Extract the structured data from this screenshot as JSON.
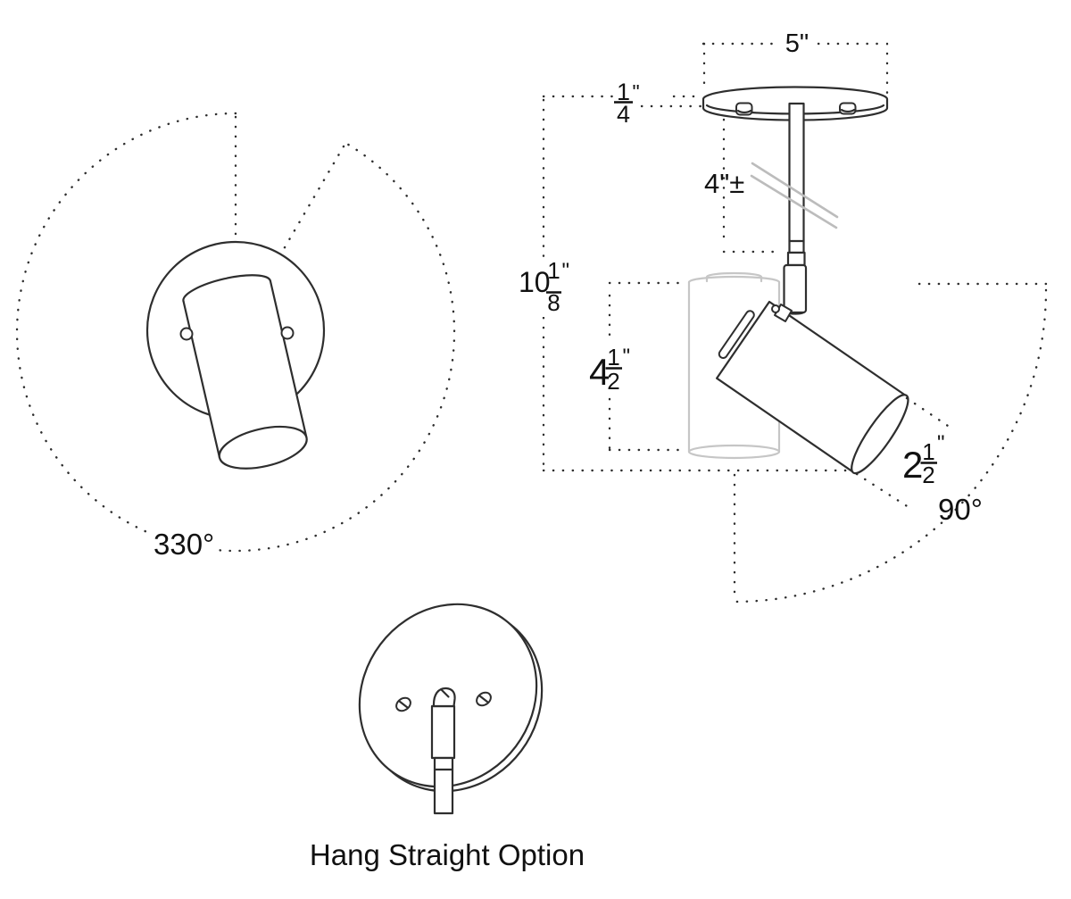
{
  "colors": {
    "ink": "#2e2e2e",
    "text": "#111111",
    "ghost": "#c6c6c6",
    "break_line": "#bcbcbc",
    "paper": "#ffffff"
  },
  "top_view": {
    "rotation_range": "330°"
  },
  "side_view": {
    "canopy_diameter": "5\"",
    "canopy_thickness": {
      "num": "1",
      "den": "4",
      "unit": "\""
    },
    "stem_length": "4\"±",
    "overall_height": {
      "whole": "10",
      "num": "1",
      "den": "8",
      "unit": "\""
    },
    "lamp_height": {
      "whole": "4",
      "num": "1",
      "den": "2",
      "unit": "\""
    },
    "lamp_diameter": {
      "whole": "2",
      "num": "1",
      "den": "2",
      "unit": "\""
    },
    "tilt_range": "90°"
  },
  "bottom_view": {
    "caption": "Hang Straight Option"
  }
}
